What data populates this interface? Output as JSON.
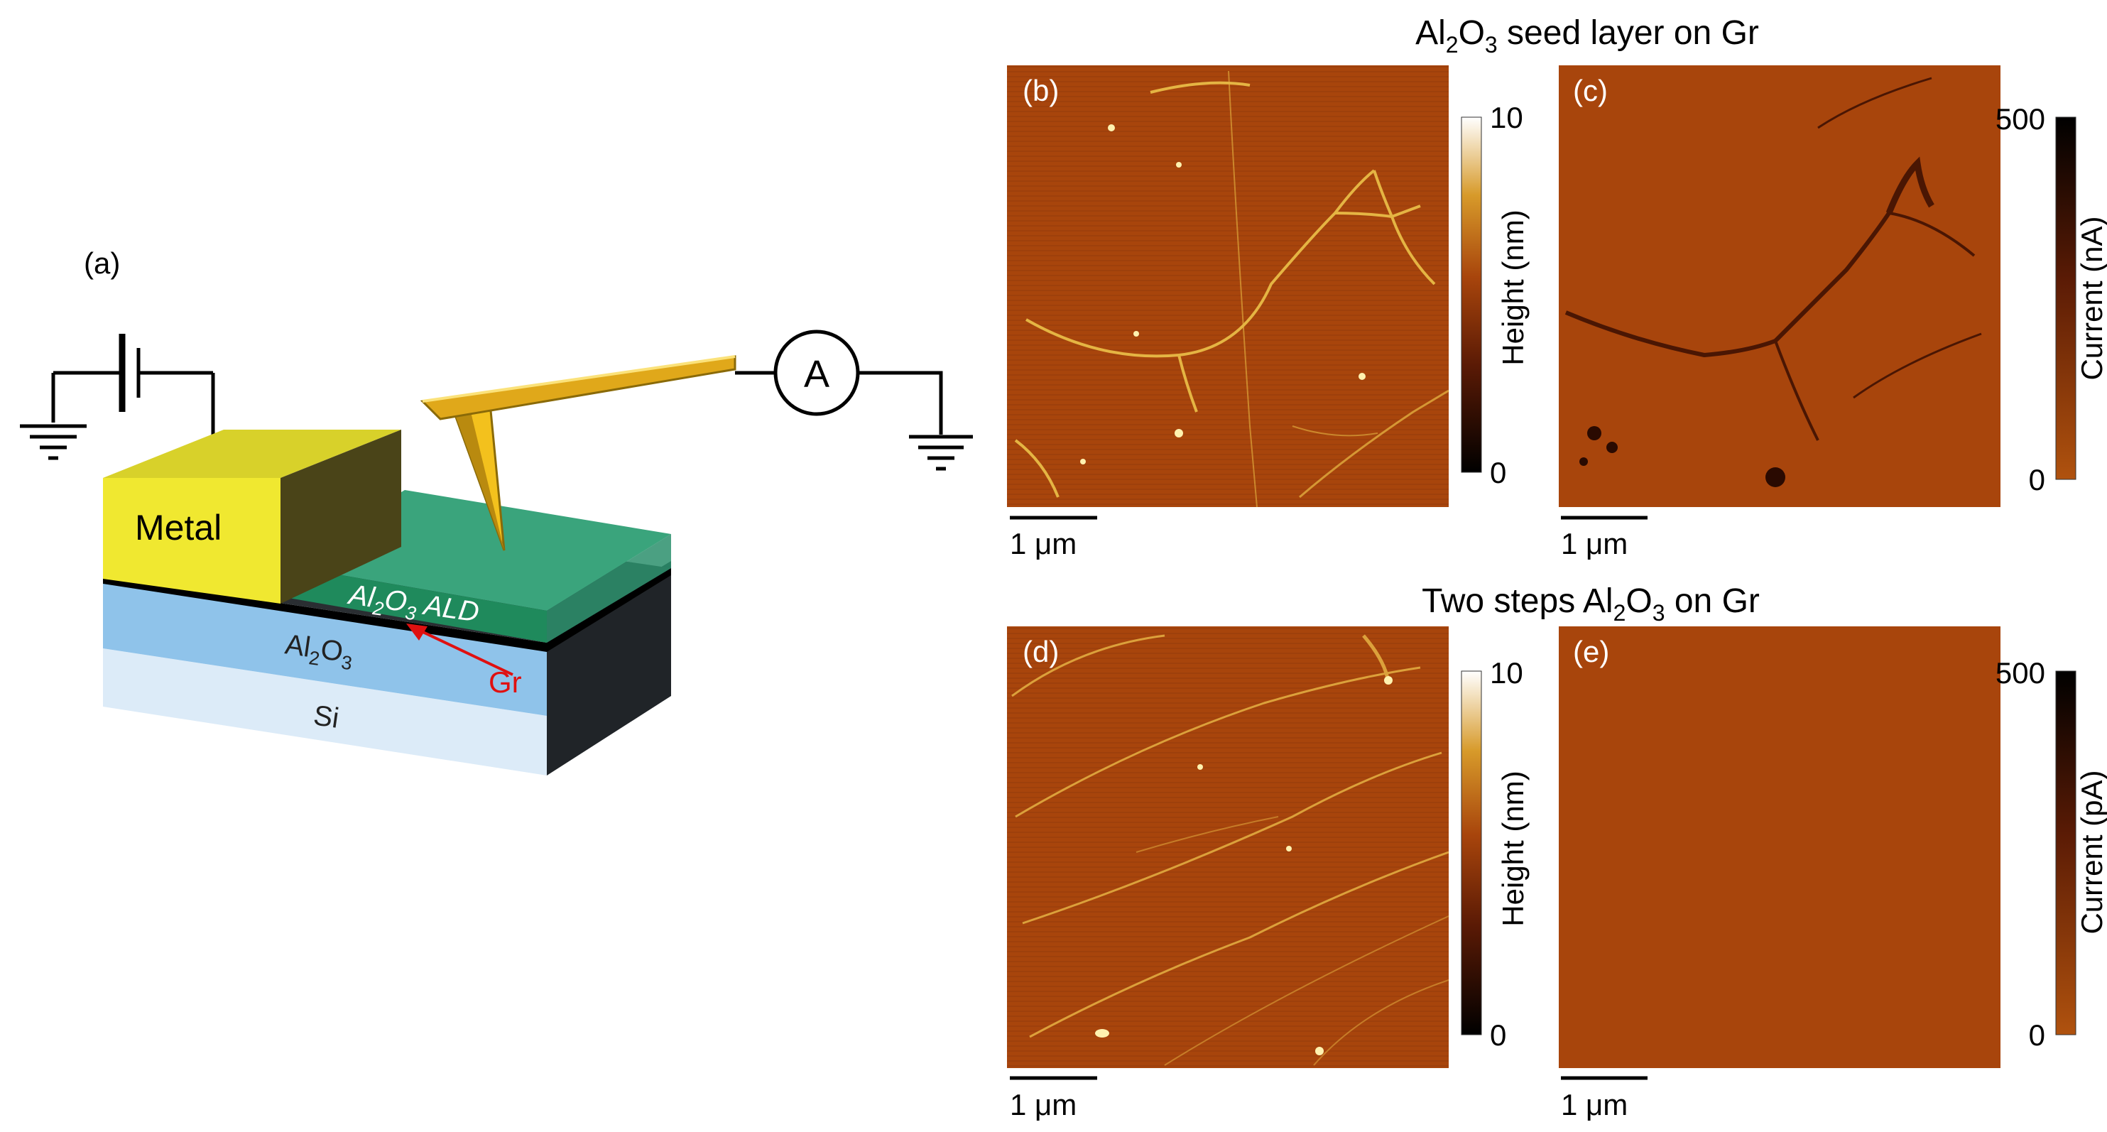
{
  "panel_a": {
    "label": "(a)",
    "metal": "Metal",
    "ald_main": "Al",
    "ald_sub": "2",
    "ald_mid": "O",
    "ald_sub2": "3",
    "ald_tail": "ALD",
    "oxide_main": "Al",
    "oxide_sub": "2",
    "oxide_mid": "O",
    "oxide_sub2": "3",
    "gr": "Gr",
    "si": "Si",
    "ammeter": "A"
  },
  "rows": [
    {
      "title_pre": "Al",
      "title_sub": "2",
      "title_mid": "O",
      "title_sub2": "3",
      "title_post": " seed layer on Gr",
      "height_panel_label": "(b)",
      "current_panel_label": "(c)",
      "height_colorbar": {
        "label": "Height (nm)",
        "max": "10",
        "min": "0"
      },
      "current_colorbar": {
        "label": "Current (nA)",
        "max": "500",
        "min": "0"
      },
      "scalebar_left": "1 μm",
      "scalebar_right": "1 μm"
    },
    {
      "title_pre": "Two steps Al",
      "title_sub": "2",
      "title_mid": "O",
      "title_sub2": "3",
      "title_post": " on Gr",
      "height_panel_label": "(d)",
      "current_panel_label": "(e)",
      "height_colorbar": {
        "label": "Height (nm)",
        "max": "10",
        "min": "0"
      },
      "current_colorbar": {
        "label": "Current (pA)",
        "max": "500",
        "min": "0"
      },
      "scalebar_left": "1 μm",
      "scalebar_right": "1 μm"
    }
  ],
  "colors": {
    "afm_background": "#a8450c",
    "metal": "#d8d12a",
    "ald": "#1f8a5c",
    "oxide": "#8fc3ea",
    "si": "#dcebf8",
    "cantilever": "#e0a81a",
    "gr_annotation": "#e01010"
  }
}
